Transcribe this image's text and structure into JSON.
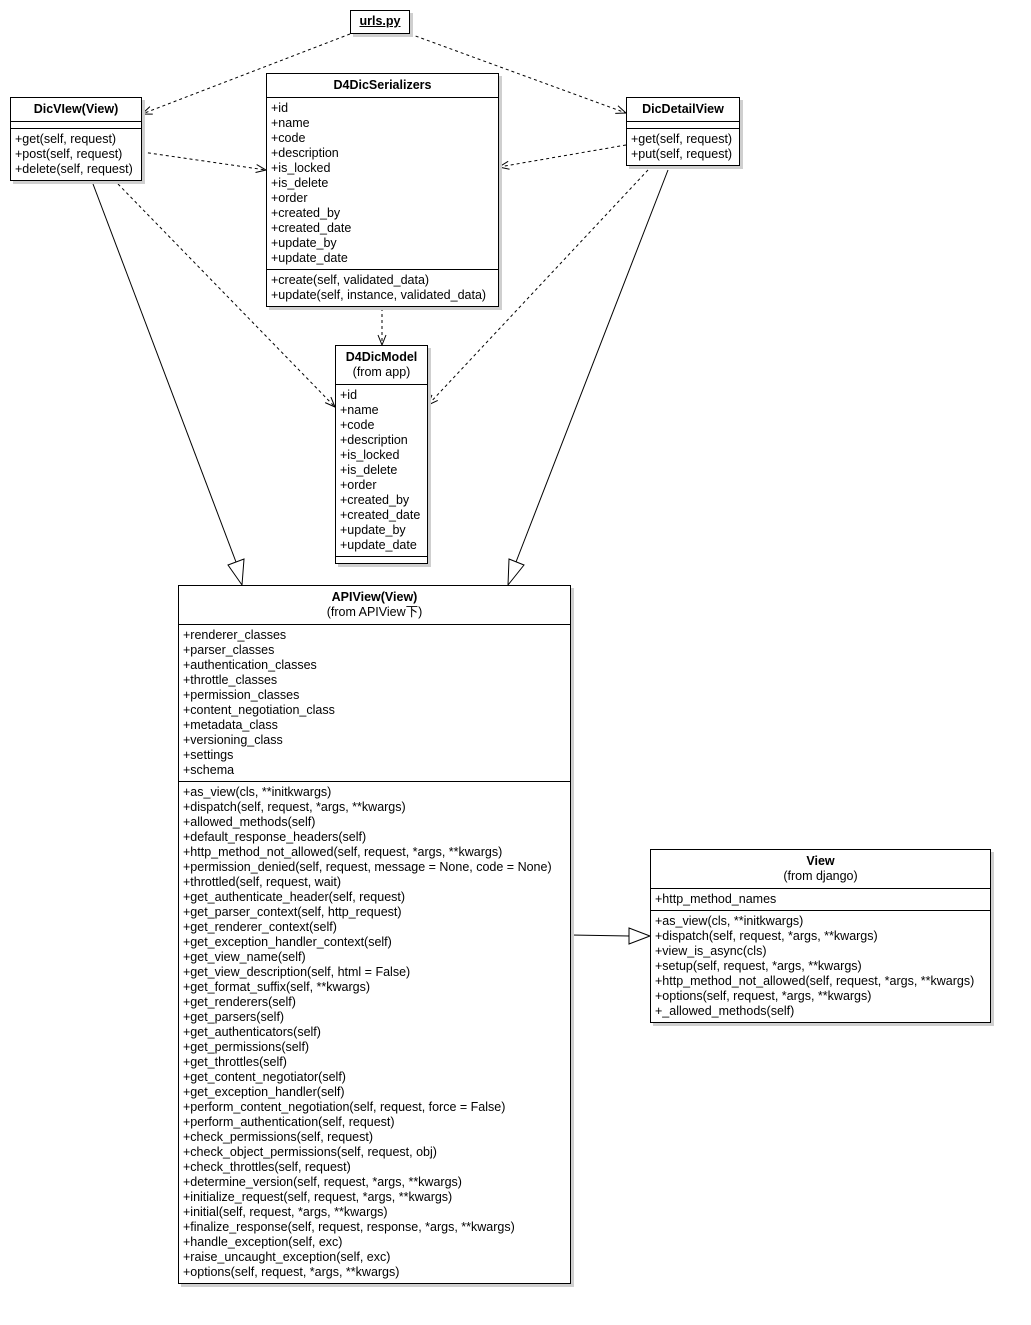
{
  "urls_label": "urls.py",
  "classes": {
    "dicview": {
      "name": "DicVIew(View)",
      "attributes": [],
      "methods": [
        "+get(self, request)",
        "+post(self, request)",
        "+delete(self, request)"
      ]
    },
    "serializers": {
      "name": "D4DicSerializers",
      "attributes": [
        "+id",
        "+name",
        "+code",
        "+description",
        "+is_locked",
        "+is_delete",
        "+order",
        "+created_by",
        "+created_date",
        "+update_by",
        "+update_date"
      ],
      "methods": [
        "+create(self, validated_data)",
        "+update(self, instance, validated_data)"
      ]
    },
    "dicdetail": {
      "name": "DicDetailView",
      "attributes": [],
      "methods": [
        "+get(self, request)",
        "+put(self, request)"
      ]
    },
    "model": {
      "name": "D4DicModel",
      "subtitle": "(from app)",
      "attributes": [
        "+id",
        "+name",
        "+code",
        "+description",
        "+is_locked",
        "+is_delete",
        "+order",
        "+created_by",
        "+created_date",
        "+update_by",
        "+update_date"
      ],
      "methods": []
    },
    "apiview": {
      "name": "APIView(View)",
      "subtitle": "(from APIView下)",
      "attributes": [
        "+renderer_classes",
        "+parser_classes",
        "+authentication_classes",
        "+throttle_classes",
        "+permission_classes",
        "+content_negotiation_class",
        "+metadata_class",
        "+versioning_class",
        "+settings",
        "+schema"
      ],
      "methods": [
        "+as_view(cls, **initkwargs)",
        "+dispatch(self, request, *args, **kwargs)",
        "+allowed_methods(self)",
        "+default_response_headers(self)",
        "+http_method_not_allowed(self, request, *args, **kwargs)",
        "+permission_denied(self, request, message = None, code = None)",
        "+throttled(self, request, wait)",
        "+get_authenticate_header(self, request)",
        "+get_parser_context(self, http_request)",
        "+get_renderer_context(self)",
        "+get_exception_handler_context(self)",
        "+get_view_name(self)",
        "+get_view_description(self, html = False)",
        "+get_format_suffix(self, **kwargs)",
        "+get_renderers(self)",
        "+get_parsers(self)",
        "+get_authenticators(self)",
        "+get_permissions(self)",
        "+get_throttles(self)",
        "+get_content_negotiator(self)",
        "+get_exception_handler(self)",
        "+perform_content_negotiation(self, request, force = False)",
        "+perform_authentication(self, request)",
        "+check_permissions(self, request)",
        "+check_object_permissions(self, request, obj)",
        "+check_throttles(self, request)",
        "+determine_version(self, request, *args, **kwargs)",
        "+initialize_request(self, request, *args, **kwargs)",
        "+initial(self, request, *args, **kwargs)",
        "+finalize_response(self, request, response, *args, **kwargs)",
        "+handle_exception(self, exc)",
        "+raise_uncaught_exception(self, exc)",
        "+options(self, request, *args, **kwargs)"
      ]
    },
    "view": {
      "name": "View",
      "subtitle": "(from django)",
      "attributes": [
        "+http_method_names"
      ],
      "methods": [
        "+as_view(cls, **initkwargs)",
        "+dispatch(self, request, *args, **kwargs)",
        "+view_is_async(cls)",
        "+setup(self, request, *args, **kwargs)",
        "+http_method_not_allowed(self, request, *args, **kwargs)",
        "+options(self, request, *args, **kwargs)",
        "+_allowed_methods(self)"
      ]
    }
  }
}
